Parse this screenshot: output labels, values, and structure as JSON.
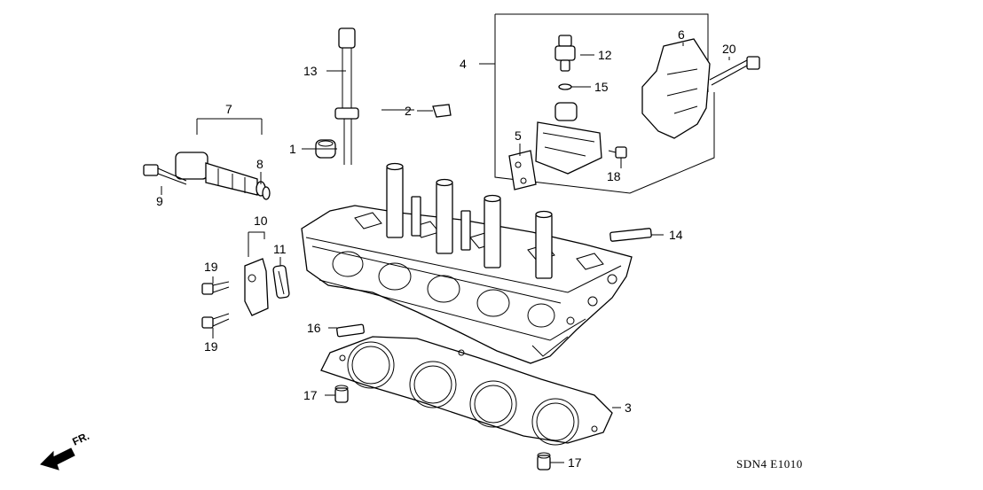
{
  "callouts": {
    "c1": "1",
    "c2": "2",
    "c3": "3",
    "c4": "4",
    "c5": "5",
    "c6": "6",
    "c7": "7",
    "c8": "8",
    "c9": "9",
    "c10": "10",
    "c11": "11",
    "c12": "12",
    "c13": "13",
    "c14": "14",
    "c15": "15",
    "c16": "16",
    "c17a": "17",
    "c17b": "17",
    "c18": "18",
    "c19a": "19",
    "c19b": "19",
    "c20": "20"
  },
  "footer": {
    "direction_label": "FR.",
    "diagram_code": "SDN4 E1010"
  }
}
